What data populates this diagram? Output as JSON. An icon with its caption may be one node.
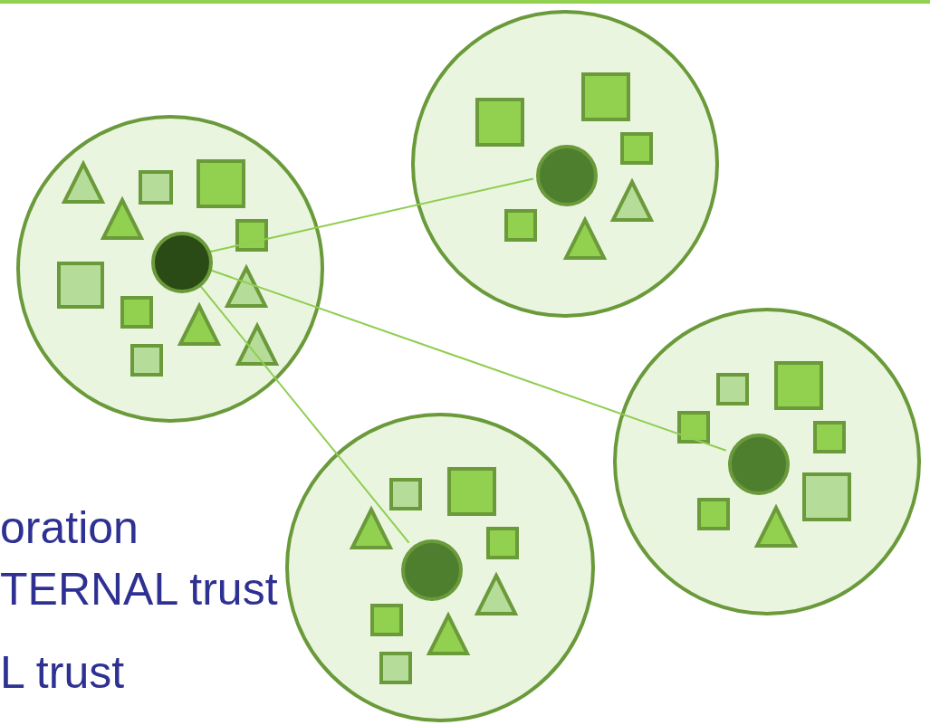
{
  "diagram": {
    "nodes": [
      {
        "text": [],
        "shape": "circle"
      },
      {
        "text": [],
        "shape": "circle",
        "in": 0
      },
      {
        "text": [],
        "shape": "circle"
      },
      {
        "text": [],
        "shape": "circle",
        "in": 2
      },
      {
        "text": [],
        "shape": "circle"
      },
      {
        "text": [],
        "shape": "circle",
        "in": 4
      },
      {
        "text": [],
        "shape": "circle"
      },
      {
        "text": [],
        "shape": "circle",
        "in": 6
      }
    ],
    "edges": [
      {
        "from": 3,
        "to": 1,
        "arrow": "none"
      },
      {
        "from": 3,
        "to": 5,
        "arrow": "none"
      },
      {
        "from": 3,
        "to": 7,
        "arrow": "none"
      }
    ],
    "labels": [
      "oration",
      "TERNAL trust",
      "L trust"
    ]
  }
}
